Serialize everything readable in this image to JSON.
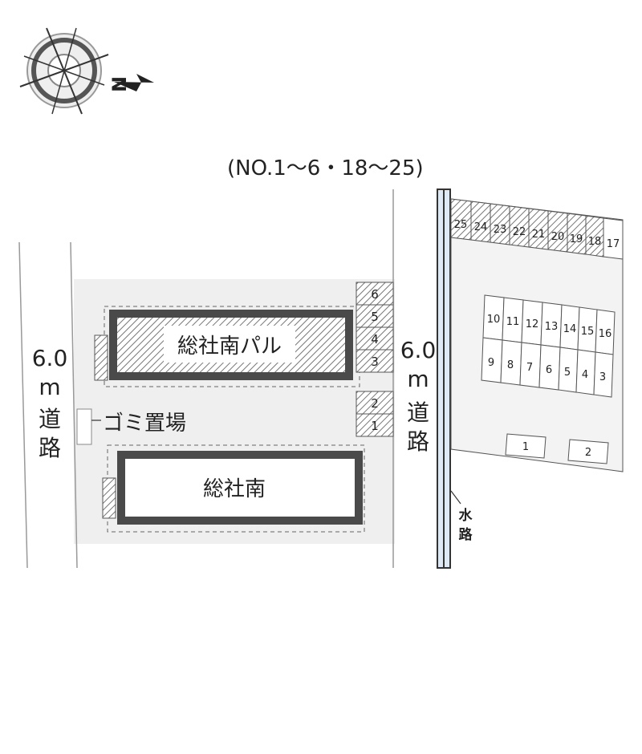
{
  "compass": {
    "north_label": "N"
  },
  "parking_note": "(NO.1～6・18～25)",
  "roads": {
    "left": [
      "6.0",
      "m",
      "道",
      "路"
    ],
    "right": [
      "6.0",
      "m",
      "道",
      "路"
    ]
  },
  "waterway": [
    "水",
    "路"
  ],
  "buildings": {
    "north": "総社南パル",
    "south": "総社南"
  },
  "garbage_area": "ゴミ置場",
  "left_lot": {
    "hatched_spaces": [
      "6",
      "5",
      "4",
      "3",
      "2",
      "1"
    ]
  },
  "right_lot": {
    "top_row": [
      "25",
      "24",
      "23",
      "22",
      "21",
      "20",
      "19",
      "18",
      "17"
    ],
    "middle_upper": [
      "10",
      "11",
      "12",
      "13",
      "14",
      "15",
      "16"
    ],
    "middle_lower": [
      "9",
      "8",
      "7",
      "6",
      "5",
      "4",
      "3"
    ],
    "bottom": [
      "1",
      "2"
    ]
  },
  "colors": {
    "building_border": "#4a4a4a",
    "ground": "#efefef",
    "hatch": "#7a7a7a",
    "waterway": "#dfe8f5"
  }
}
